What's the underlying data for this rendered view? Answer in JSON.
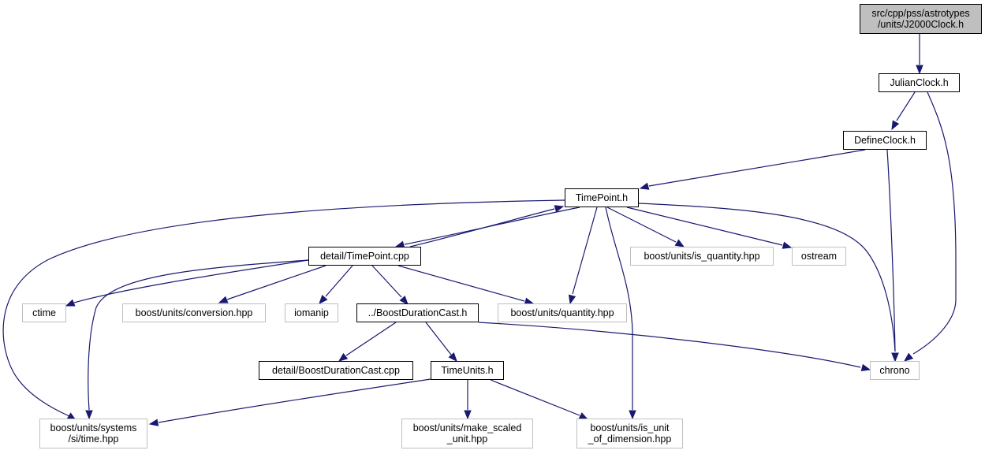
{
  "colors": {
    "edge": "#191970",
    "root_fill": "#bfbfbf",
    "external_border": "#bfbfbf",
    "internal_border": "#000000"
  },
  "nodes": {
    "j2000clock": {
      "lines": [
        "src/cpp/pss/astrotypes",
        "/units/J2000Clock.h"
      ],
      "kind": "root"
    },
    "julianclock": {
      "lines": [
        "JulianClock.h"
      ],
      "kind": "internal"
    },
    "defineclock": {
      "lines": [
        "DefineClock.h"
      ],
      "kind": "internal"
    },
    "timepoint": {
      "lines": [
        "TimePoint.h"
      ],
      "kind": "internal"
    },
    "detailtp": {
      "lines": [
        "detail/TimePoint.cpp"
      ],
      "kind": "internal"
    },
    "isquantity": {
      "lines": [
        "boost/units/is_quantity.hpp"
      ],
      "kind": "external"
    },
    "ostream": {
      "lines": [
        "ostream"
      ],
      "kind": "external"
    },
    "ctime": {
      "lines": [
        "ctime"
      ],
      "kind": "external"
    },
    "conversion": {
      "lines": [
        "boost/units/conversion.hpp"
      ],
      "kind": "external"
    },
    "iomanip": {
      "lines": [
        "iomanip"
      ],
      "kind": "external"
    },
    "bdc": {
      "lines": [
        "../BoostDurationCast.h"
      ],
      "kind": "internal"
    },
    "quantity": {
      "lines": [
        "boost/units/quantity.hpp"
      ],
      "kind": "external"
    },
    "detailbdc": {
      "lines": [
        "detail/BoostDurationCast.cpp"
      ],
      "kind": "internal"
    },
    "timeunits": {
      "lines": [
        "TimeUnits.h"
      ],
      "kind": "internal"
    },
    "chrono": {
      "lines": [
        "chrono"
      ],
      "kind": "external"
    },
    "sitime": {
      "lines": [
        "boost/units/systems",
        "/si/time.hpp"
      ],
      "kind": "external"
    },
    "makescaled": {
      "lines": [
        "boost/units/make_scaled",
        "_unit.hpp"
      ],
      "kind": "external"
    },
    "isunit": {
      "lines": [
        "boost/units/is_unit",
        "_of_dimension.hpp"
      ],
      "kind": "external"
    }
  },
  "edges": [
    [
      "j2000clock",
      "julianclock"
    ],
    [
      "julianclock",
      "defineclock"
    ],
    [
      "julianclock",
      "chrono"
    ],
    [
      "defineclock",
      "timepoint"
    ],
    [
      "defineclock",
      "chrono"
    ],
    [
      "timepoint",
      "detailtp"
    ],
    [
      "detailtp",
      "timepoint"
    ],
    [
      "timepoint",
      "isquantity"
    ],
    [
      "timepoint",
      "ostream"
    ],
    [
      "timepoint",
      "chrono"
    ],
    [
      "timepoint",
      "quantity"
    ],
    [
      "timepoint",
      "isunit"
    ],
    [
      "timepoint",
      "sitime"
    ],
    [
      "detailtp",
      "ctime"
    ],
    [
      "detailtp",
      "conversion"
    ],
    [
      "detailtp",
      "iomanip"
    ],
    [
      "detailtp",
      "bdc"
    ],
    [
      "detailtp",
      "quantity"
    ],
    [
      "detailtp",
      "sitime"
    ],
    [
      "bdc",
      "detailbdc"
    ],
    [
      "bdc",
      "timeunits"
    ],
    [
      "bdc",
      "chrono"
    ],
    [
      "timeunits",
      "sitime"
    ],
    [
      "timeunits",
      "makescaled"
    ],
    [
      "timeunits",
      "isunit"
    ]
  ]
}
